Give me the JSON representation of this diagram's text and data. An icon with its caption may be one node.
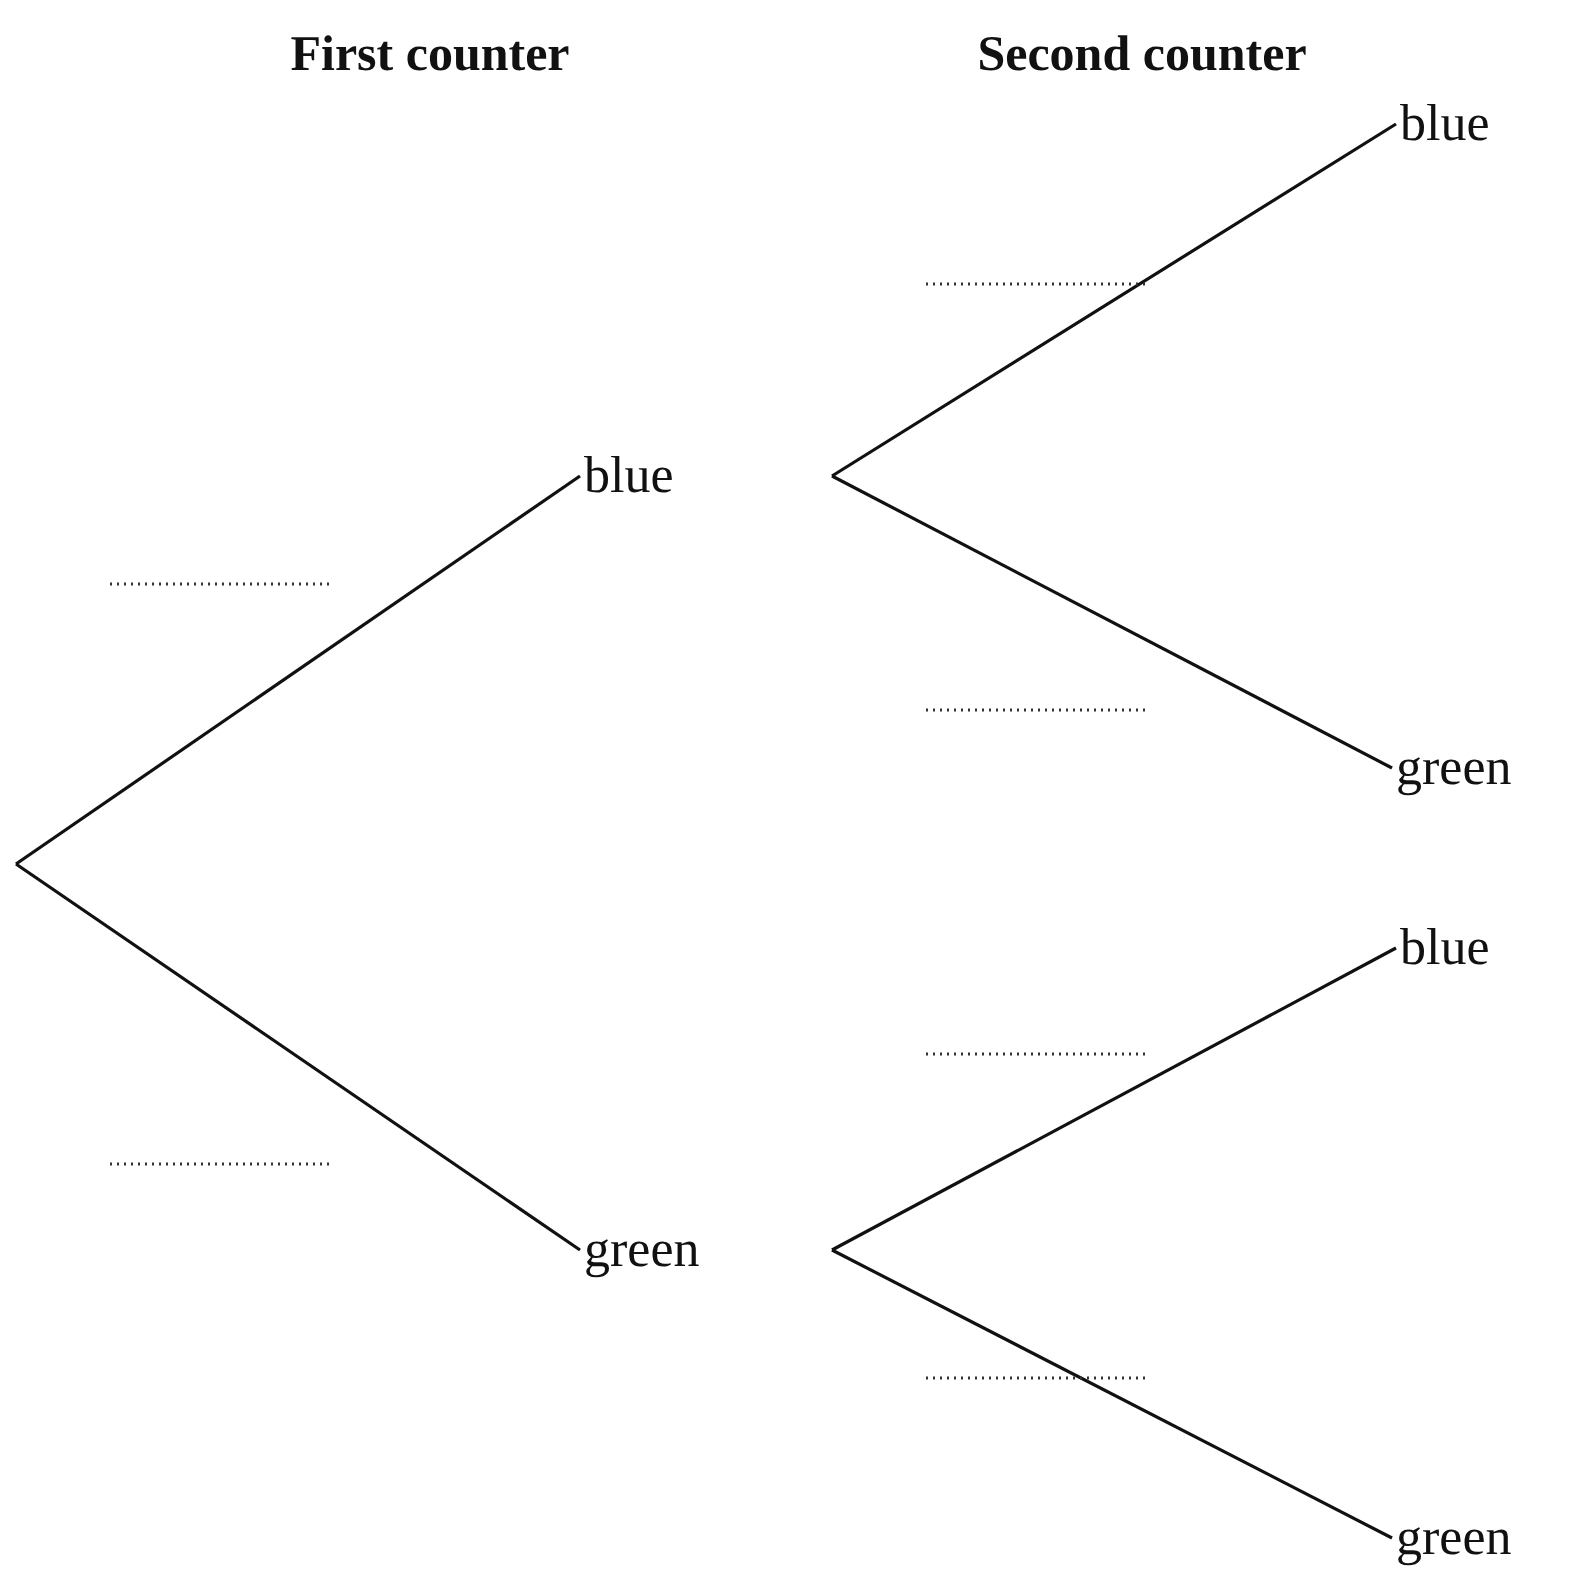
{
  "diagram": {
    "nodes": [
      {
        "text": [
          "blue"
        ]
      },
      {
        "text": [
          "green"
        ]
      },
      {
        "text": [
          "blue"
        ]
      },
      {
        "text": [
          "green"
        ]
      },
      {
        "text": [
          "blue"
        ]
      },
      {
        "text": [
          "green"
        ]
      }
    ],
    "edges": [
      {
        "from": null,
        "to": 0,
        "arrow": "none"
      },
      {
        "from": null,
        "to": 1,
        "arrow": "none"
      },
      {
        "from": 0,
        "to": 2,
        "arrow": "none"
      },
      {
        "from": 0,
        "to": 3,
        "arrow": "none"
      },
      {
        "from": 1,
        "to": 4,
        "arrow": "none"
      },
      {
        "from": 1,
        "to": 5,
        "arrow": "none"
      }
    ],
    "labels": [
      "First counter",
      "Second counter"
    ]
  }
}
